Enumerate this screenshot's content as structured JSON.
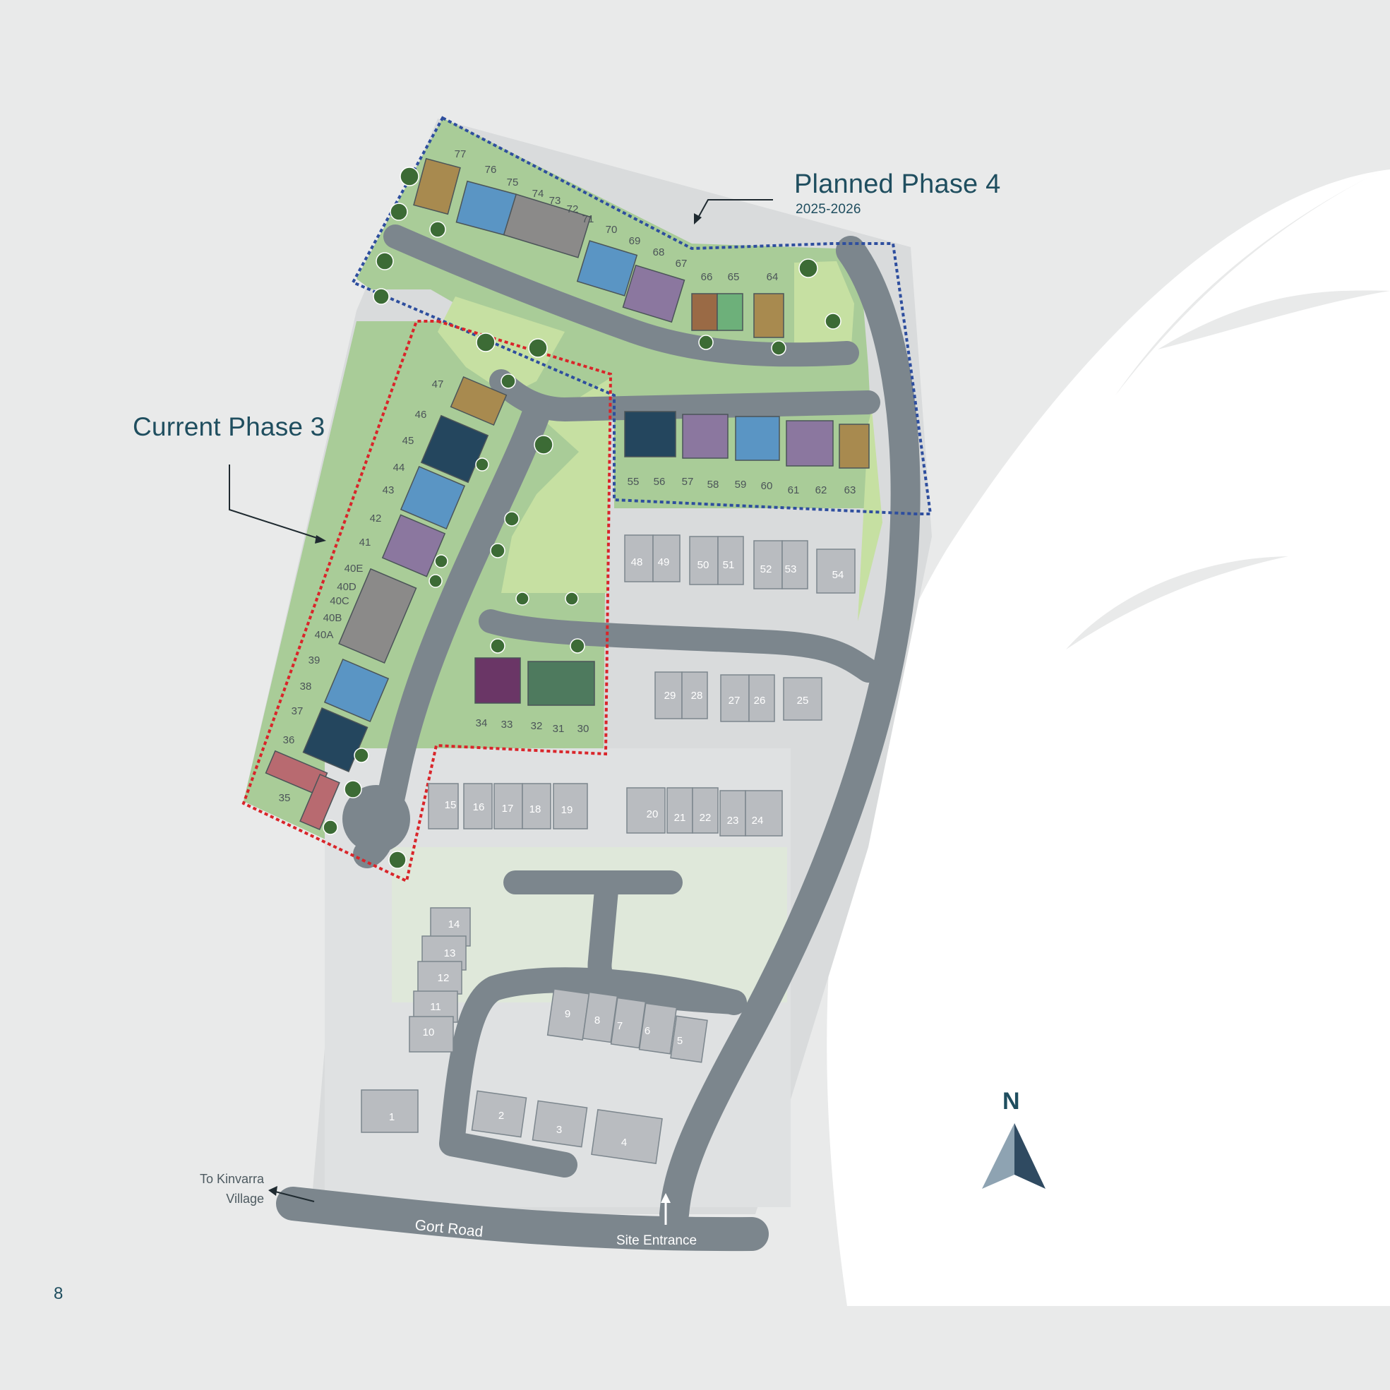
{
  "phases": {
    "planned": {
      "title": "Planned Phase 4",
      "years": "2025-2026",
      "border_color": "#2e4e9e"
    },
    "current": {
      "title": "Current Phase 3",
      "border_color": "#d9252a"
    }
  },
  "labels": {
    "road": "Gort Road",
    "entrance": "Site Entrance",
    "kinvarra": "To Kinvarra\nVillage",
    "north": "N",
    "page_number": "8"
  },
  "colors": {
    "background": "#e9eaea",
    "road": "#7c868d",
    "green_plot": "#a3c792",
    "open_space": "#c4de9e",
    "existing_house": "#b9bcc0"
  },
  "plots": {
    "phase4": [
      "77",
      "76",
      "75",
      "74",
      "73",
      "72",
      "71",
      "70",
      "69",
      "68",
      "67",
      "66",
      "65",
      "64",
      "55",
      "56",
      "57",
      "58",
      "59",
      "60",
      "61",
      "62",
      "63"
    ],
    "phase3": [
      "47",
      "46",
      "45",
      "44",
      "43",
      "42",
      "41",
      "40E",
      "40D",
      "40C",
      "40B",
      "40A",
      "39",
      "38",
      "37",
      "36",
      "35",
      "34",
      "33",
      "32",
      "31",
      "30"
    ],
    "existing": [
      "48",
      "49",
      "50",
      "51",
      "52",
      "53",
      "54",
      "29",
      "28",
      "27",
      "26",
      "25",
      "15",
      "16",
      "17",
      "18",
      "19",
      "20",
      "21",
      "22",
      "23",
      "24",
      "14",
      "13",
      "12",
      "11",
      "10",
      "9",
      "8",
      "7",
      "6",
      "5",
      "1",
      "2",
      "3",
      "4"
    ]
  }
}
